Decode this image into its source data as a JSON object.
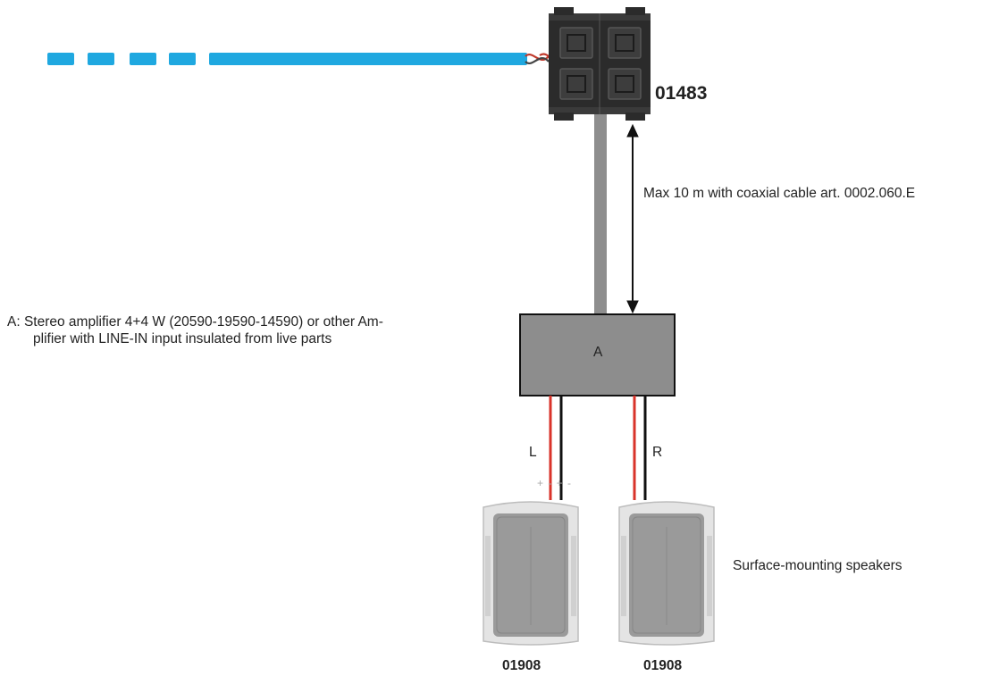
{
  "module": {
    "code": "01483"
  },
  "cable": {
    "note": "Max 10 m with coaxial cable art. 0002.060.E"
  },
  "amplifier": {
    "description_line1": "A: Stereo amplifier 4+4 W (20590-19590-14590) or other Am-",
    "description_line2": "plifier with LINE-IN input insulated from live parts",
    "box_label": "A"
  },
  "channels": {
    "left": "L",
    "right": "R",
    "polarity": "+ - + -"
  },
  "speakers": {
    "label": "Surface-mounting speakers",
    "left_code": "01908",
    "right_code": "01908"
  },
  "colors": {
    "bus_cable": "#1fa8e0",
    "coax_cable": "#8e8e8e",
    "amplifier_fill": "#8d8d8d",
    "module_body": "#2b2b2b",
    "wire_red": "#d9332a",
    "wire_black": "#111111",
    "speaker_grille": "#9a9a9a",
    "speaker_frame": "#e4e4e4"
  }
}
